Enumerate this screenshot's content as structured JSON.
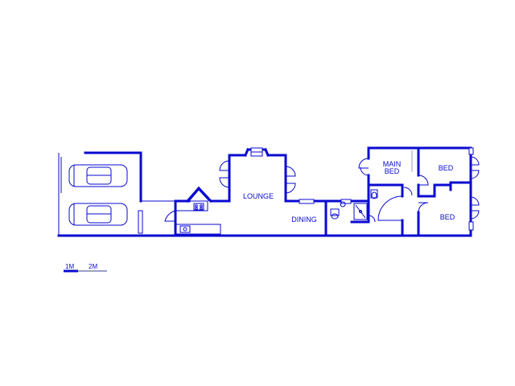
{
  "rooms": {
    "lounge": "LOUNGE",
    "dining": "DINING",
    "main_bed_line1": "MAIN",
    "main_bed_line2": "BED",
    "bed_1": "BED",
    "bed_2": "BED"
  },
  "scale": {
    "mark_1": "1M",
    "mark_2": "2M"
  },
  "colors": {
    "wall": "#0a0ad0",
    "background": "#ffffff"
  }
}
